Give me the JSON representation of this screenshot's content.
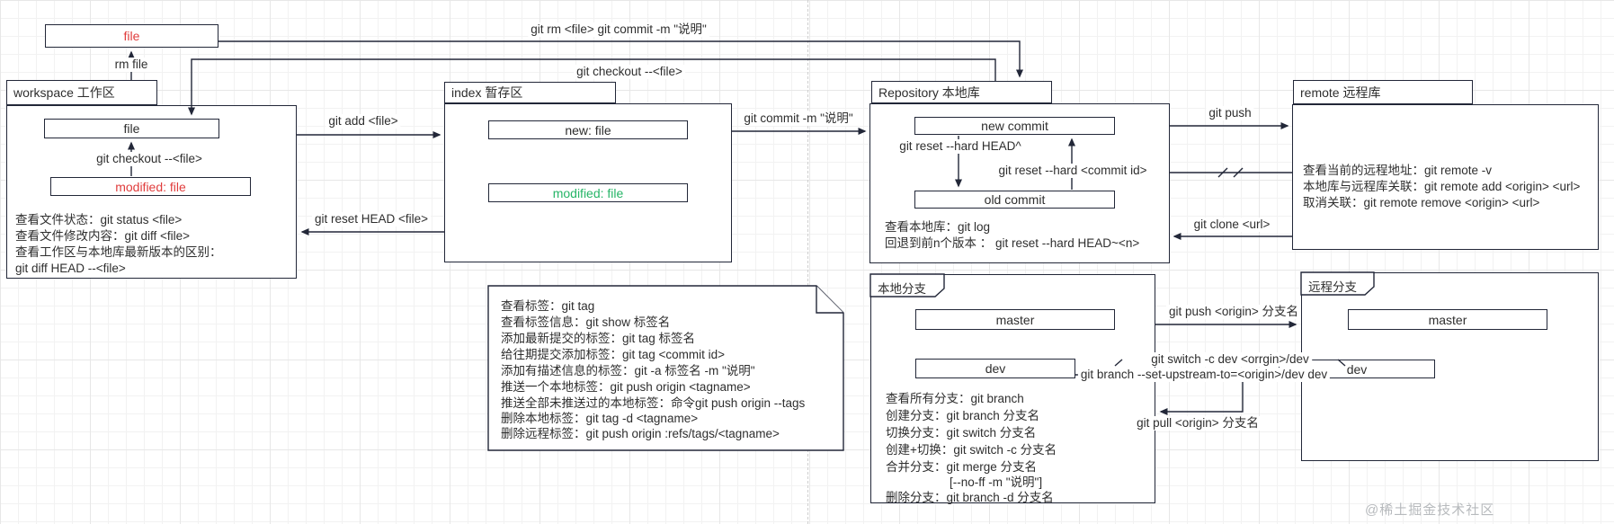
{
  "watermark": "@稀土掘金技术社区",
  "colors": {
    "stroke": "#222738",
    "file_red": "#e03c3c",
    "modified_green": "#26b567",
    "text": "#2e2e2e",
    "watermark_gray": "#b7babd"
  },
  "top_file": {
    "label": "file"
  },
  "workspace": {
    "title": "workspace 工作区",
    "file": "file",
    "checkout_inner": "git checkout --<file>",
    "modified": "modified: file",
    "lines": [
      "查看文件状态：git status <file>",
      "查看文件修改内容：git diff <file>",
      "查看工作区与本地库最新版本的区别：",
      "git diff HEAD --<file>"
    ]
  },
  "index": {
    "title": "index 暂存区",
    "new_file": "new: file",
    "modified": "modified: file"
  },
  "repository": {
    "title": "Repository 本地库",
    "new_commit": "new commit",
    "old_commit": "old commit",
    "reset_hard_head": "git reset --hard HEAD^",
    "reset_hard_commit": "git reset --hard <commit id>",
    "lines": [
      "查看本地库：git log",
      "回退到前n个版本 ： git reset --hard HEAD~<n>"
    ]
  },
  "remote": {
    "title": "remote 远程库",
    "lines": [
      "查看当前的远程地址：git remote -v",
      "本地库与远程库关联：git remote add <origin> <url>",
      "取消关联：git remote remove <origin> <url>"
    ]
  },
  "tags_note": {
    "lines": [
      "查看标签：git tag",
      "查看标签信息：git show 标签名",
      "添加最新提交的标签：git tag 标签名",
      "给往期提交添加标签：git tag <commit id>",
      "添加有描述信息的标签：git -a 标签名 -m \"说明\"",
      "推送一个本地标签：git push origin <tagname>",
      "推送全部未推送过的本地标签：命令git push origin --tags",
      "删除本地标签：git tag -d <tagname>",
      "删除远程标签：git push origin :refs/tags/<tagname>"
    ]
  },
  "local_branches": {
    "title": "本地分支",
    "master": "master",
    "dev": "dev",
    "lines": [
      "查看所有分支：git branch",
      "创建分支：git branch 分支名",
      "切换分支：git switch 分支名",
      "创建+切换：git switch -c 分支名",
      "合并分支：git merge 分支名",
      "[--no-ff -m \"说明\"]",
      "删除分支：git branch -d 分支名"
    ]
  },
  "remote_branches": {
    "title": "远程分支",
    "master": "master",
    "dev": "dev"
  },
  "edges": {
    "rm_file": "rm file",
    "git_rm": "git rm <file> git commit -m \"说明\"",
    "checkout_top": "git checkout --<file>",
    "git_add": "git add <file>",
    "reset_head": "git reset HEAD <file>",
    "git_commit": "git commit -m \"说明\"",
    "git_push": "git push",
    "git_clone": "git clone <url>",
    "push_origin": "git push <origin> 分支名",
    "switch_c": "git switch -c dev <orrgin>/dev",
    "set_upstream": "git branch --set-upstream-to=<origin>/dev dev",
    "git_pull": "git pull <origin> 分支名"
  }
}
